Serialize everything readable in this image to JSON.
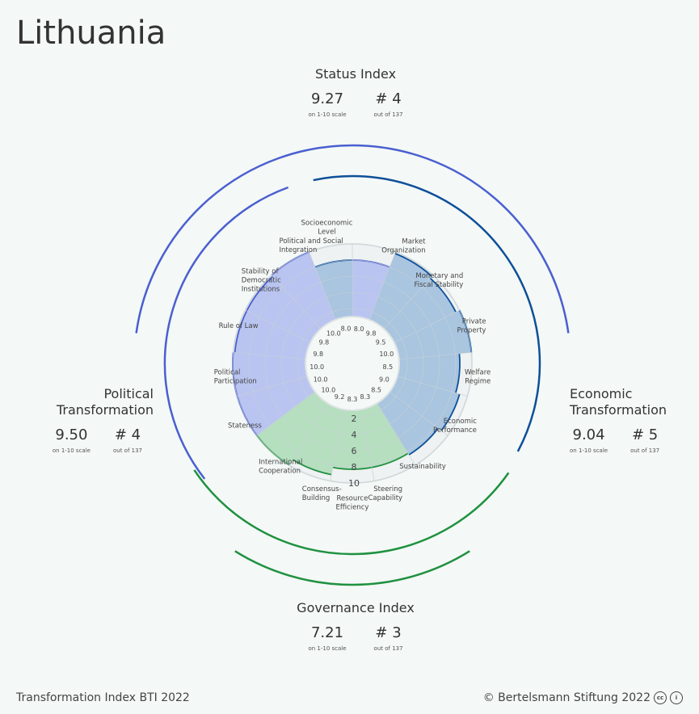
{
  "country": "Lithuania",
  "status_index": {
    "title": "Status Index",
    "score": "9.27",
    "score_note": "on 1-10 scale",
    "rank": "# 4",
    "rank_note": "out of 137"
  },
  "political": {
    "title_line1": "Political",
    "title_line2": "Transformation",
    "score": "9.50",
    "score_note": "on 1-10 scale",
    "rank": "# 4",
    "rank_note": "out of 137"
  },
  "economic": {
    "title_line1": "Economic",
    "title_line2": "Transformation",
    "score": "9.04",
    "score_note": "on 1-10 scale",
    "rank": "# 5",
    "rank_note": "out of 137"
  },
  "governance_index": {
    "title": "Governance Index",
    "score": "7.21",
    "score_note": "on 1-10 scale",
    "rank": "# 3",
    "rank_note": "out of 137"
  },
  "footer": {
    "left": "Transformation Index BTI 2022",
    "right": "© Bertelsmann Stiftung 2022",
    "cc_icon": "cc-icon",
    "by_icon": "by-icon"
  },
  "colors": {
    "political": "#4a5fd0",
    "economic": "#0d4f9a",
    "governance": "#1f9140",
    "political_fill": "#b9c4f1",
    "economic_fill": "#a9c5e0",
    "governance_fill": "#b5dfbf",
    "background": "#f4f8f6"
  },
  "chart_data": {
    "type": "radar",
    "scale": [
      1,
      10
    ],
    "radial_ticks": [
      "2",
      "4",
      "6",
      "8",
      "10"
    ],
    "criteria": [
      {
        "label": [
          "Market",
          "Organization"
        ],
        "value": 9.8,
        "value_label": "9.8",
        "group": "economic"
      },
      {
        "label": [
          "Monetary and",
          "Fiscal Stability"
        ],
        "value": 9.5,
        "value_label": "9.5",
        "group": "economic"
      },
      {
        "label": [
          "Private",
          "Property"
        ],
        "value": 10.0,
        "value_label": "10.0",
        "group": "economic"
      },
      {
        "label": [
          "Welfare",
          "Regime"
        ],
        "value": 8.5,
        "value_label": "8.5",
        "group": "economic"
      },
      {
        "label": [
          "Economic",
          "Performance"
        ],
        "value": 9.0,
        "value_label": "9.0",
        "group": "economic"
      },
      {
        "label": [
          "Sustainability"
        ],
        "value": 8.5,
        "value_label": "8.5",
        "group": "economic"
      },
      {
        "label": [
          "Steering",
          "Capability"
        ],
        "value": 8.3,
        "value_label": "8.3",
        "group": "governance"
      },
      {
        "label": [
          "Resource",
          "Efficiency"
        ],
        "value": 8.3,
        "value_label": "8.3",
        "group": "governance"
      },
      {
        "label": [
          "Consensus-",
          "Building"
        ],
        "value": 9.2,
        "value_label": "9.2",
        "group": "governance"
      },
      {
        "label": [
          "International",
          "Cooperation"
        ],
        "value": 10.0,
        "value_label": "10.0",
        "group": "governance"
      },
      {
        "label": [
          "Stateness"
        ],
        "value": 10.0,
        "value_label": "10.0",
        "group": "political"
      },
      {
        "label": [
          "Political",
          "Participation"
        ],
        "value": 10.0,
        "value_label": "10.0",
        "group": "political"
      },
      {
        "label": [
          "Rule of Law"
        ],
        "value": 9.8,
        "value_label": "9.8",
        "group": "political"
      },
      {
        "label": [
          "Stability of",
          "Democratic",
          "Institutions"
        ],
        "value": 9.8,
        "value_label": "9.8",
        "group": "political"
      },
      {
        "label": [
          "Political and Social",
          "Integration"
        ],
        "value": 10.0,
        "value_label": "10.0",
        "group": "political"
      },
      {
        "label": [
          "Socioeconomic",
          "Level"
        ],
        "value": 8.0,
        "value_label": "8.0",
        "group": "economic"
      },
      {
        "label": [],
        "value": 8.0,
        "value_label": "8.0",
        "group": "political"
      }
    ]
  }
}
